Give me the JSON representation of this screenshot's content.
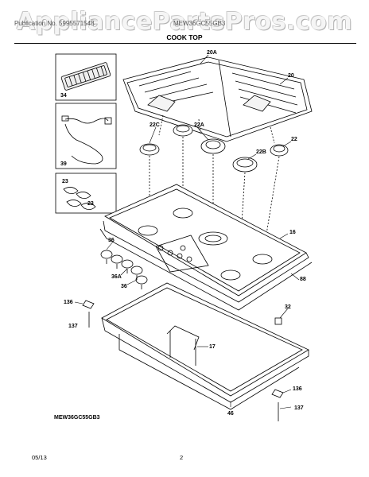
{
  "watermark": "AppliancePartsPros.com",
  "header_left": "Publication No. 5995571548",
  "header_right": "MEW36GC55GB3",
  "title": "COOK TOP",
  "model": "MEW36GC55GB3",
  "footer_date": "05/13",
  "footer_page": "2",
  "callouts": {
    "grate_left": "20A",
    "grate_right": "20",
    "griddle": "34",
    "wire_harness": "39",
    "clips_a": "23",
    "clips_b": "23",
    "cap_c": "22C",
    "cap_a": "22A",
    "cap_small": "22",
    "cap_b": "22B",
    "cooktop": "16",
    "seal": "88",
    "knob_a": "36",
    "knob_b": "36A",
    "knob_c": "36",
    "screw_left": "136",
    "screw_left_b": "137",
    "bracket": "17",
    "spring": "32",
    "screw_right": "136",
    "screw_right_b": "137",
    "burner_box": "46"
  }
}
